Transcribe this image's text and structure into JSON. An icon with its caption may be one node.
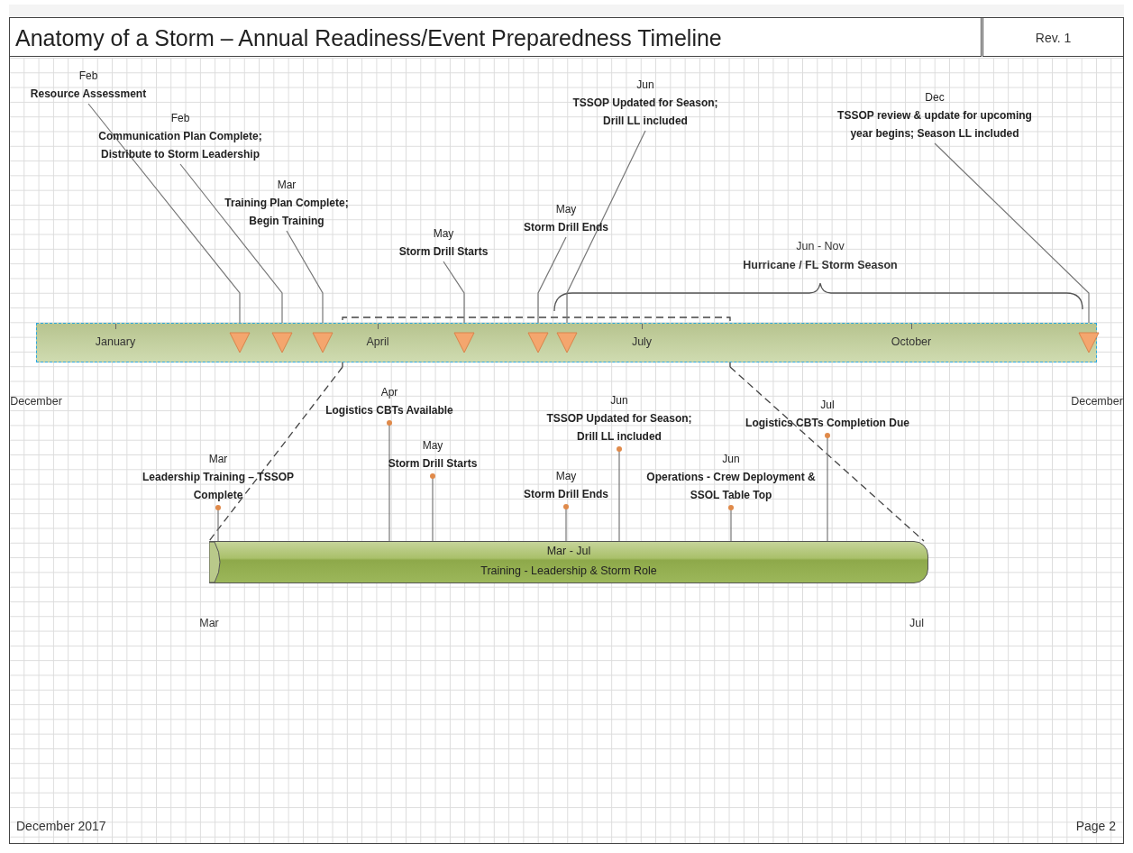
{
  "diagram": {
    "title": "Anatomy of a Storm – Annual Readiness/Event Preparedness Timeline",
    "nodes": [
      {
        "text": [
          "Feb",
          "Resource Assessment"
        ]
      },
      {
        "text": [
          "Feb",
          "Communication Plan Complete; Distribute to Storm Leadership"
        ]
      },
      {
        "text": [
          "Mar",
          "Training Plan Complete; Begin Training"
        ]
      },
      {
        "text": [
          "May",
          "Storm Drill Starts"
        ]
      },
      {
        "text": [
          "May",
          "Storm Drill Ends"
        ]
      },
      {
        "text": [
          "Jun",
          "TSSOP Updated for Season; Drill LL included"
        ]
      },
      {
        "text": [
          "Dec",
          "TSSOP review & update for upcoming year begins; Season LL included"
        ]
      },
      {
        "text": [
          "January",
          "April",
          "July",
          "October"
        ],
        "beside": [
          "December",
          "December"
        ]
      },
      {
        "text": [],
        "shape": "triangle",
        "in": 7
      },
      {
        "text": [],
        "shape": "triangle",
        "in": 7
      },
      {
        "text": [],
        "shape": "triangle",
        "in": 7
      },
      {
        "text": [],
        "shape": "triangle",
        "in": 7
      },
      {
        "text": [],
        "shape": "triangle",
        "in": 7
      },
      {
        "text": [],
        "shape": "triangle",
        "in": 7
      },
      {
        "text": [],
        "shape": "triangle",
        "in": 7
      },
      {
        "text": [
          "Mar",
          "Leadership Training – TSSOP Complete"
        ]
      },
      {
        "text": [
          "Apr",
          "Logistics CBTs Available"
        ]
      },
      {
        "text": [
          "May",
          "Storm Drill Starts"
        ]
      },
      {
        "text": [
          "May",
          "Storm Drill Ends"
        ]
      },
      {
        "text": [
          "Jun",
          "TSSOP Updated for Season; Drill LL included"
        ]
      },
      {
        "text": [
          "Jun",
          "Operations - Crew Deployment & SSOL Table Top"
        ]
      },
      {
        "text": [
          "Jul",
          "Logistics CBTs Completion Due"
        ]
      },
      {
        "text": [
          "Mar - Jul",
          "Training - Leadership & Storm Role"
        ],
        "beside": [
          "Mar",
          "Jul"
        ]
      }
    ],
    "edges": [
      {
        "from": 0,
        "to": 8,
        "arrow": "none"
      },
      {
        "from": 1,
        "to": 9,
        "arrow": "none"
      },
      {
        "from": 2,
        "to": 10,
        "arrow": "none"
      },
      {
        "from": 3,
        "to": 11,
        "arrow": "none"
      },
      {
        "from": 4,
        "to": 12,
        "arrow": "none"
      },
      {
        "from": 5,
        "to": 13,
        "arrow": "none"
      },
      {
        "from": 6,
        "to": 14,
        "arrow": "none"
      },
      {
        "from": 15,
        "to": 22,
        "arrow": "other"
      },
      {
        "from": 16,
        "to": 22,
        "arrow": "other"
      },
      {
        "from": 17,
        "to": 22,
        "arrow": "other"
      },
      {
        "from": 18,
        "to": 22,
        "arrow": "other"
      },
      {
        "from": 19,
        "to": 22,
        "arrow": "other"
      },
      {
        "from": 20,
        "to": 22,
        "arrow": "other"
      },
      {
        "from": 21,
        "to": 22,
        "arrow": "other"
      }
    ],
    "labels": [
      "Rev. 1",
      "Jun - Nov",
      "Hurricane / FL Storm Season",
      "December 2017",
      "Page 2"
    ]
  }
}
